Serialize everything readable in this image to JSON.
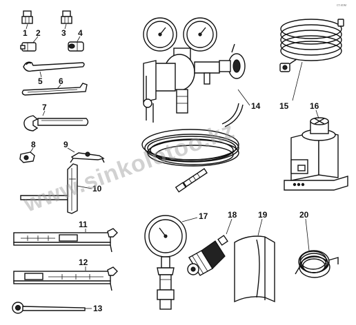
{
  "diagram": {
    "labels": {
      "l1": "1",
      "l2": "2",
      "l3": "3",
      "l4": "4",
      "l5": "5",
      "l6": "6",
      "l7": "7",
      "l8": "8",
      "l9": "9",
      "l10": "10",
      "l11": "11",
      "l12": "12",
      "l13": "13",
      "l14": "14",
      "l15": "15",
      "l16": "16",
      "l17": "17",
      "l18": "18",
      "l19": "19",
      "l20": "20"
    },
    "watermark": "www.sinkolotoo.kz",
    "corner_mark": "ст.ком"
  }
}
